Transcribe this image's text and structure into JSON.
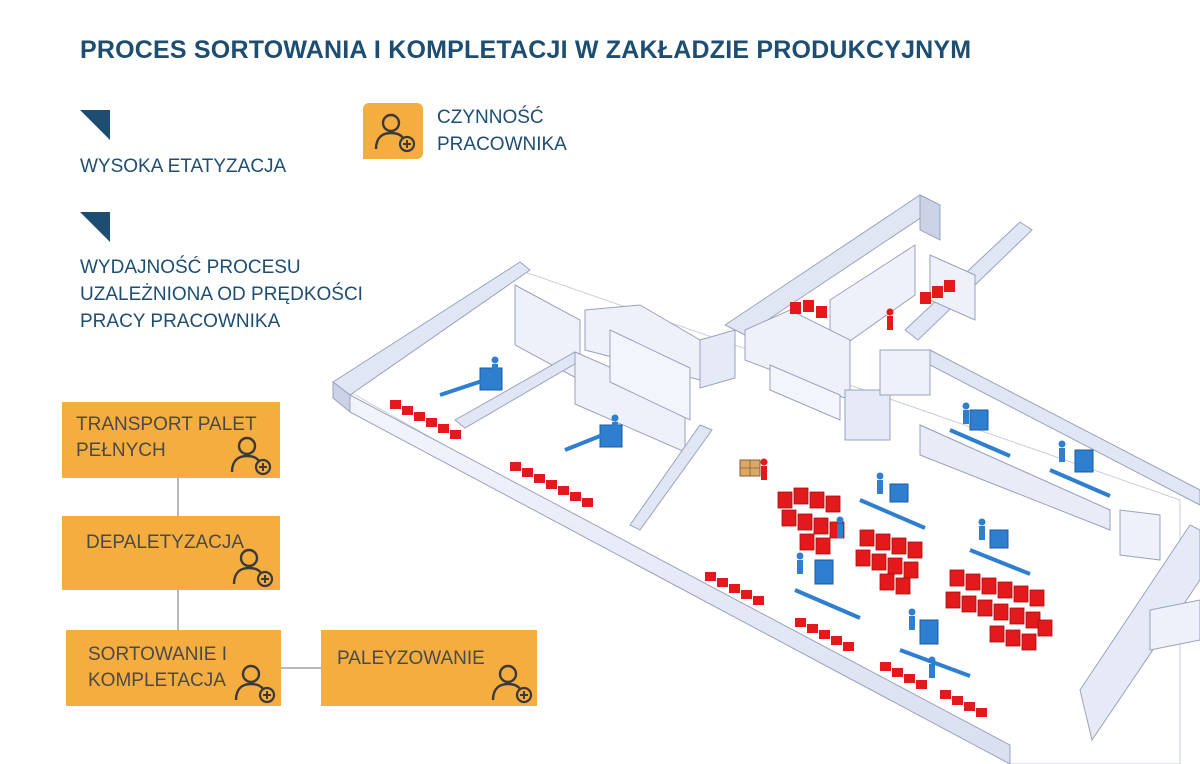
{
  "title": "PROCES SORTOWANIA I KOMPLETACJI W ZAKŁADZIE PRODUKCYJNYM",
  "legend": {
    "item1": "WYSOKA ETATYZACJA",
    "item2": [
      "WYDAJNOŚĆ PROCESU",
      "UZALEŻNIONA OD PRĘDKOŚCI",
      "PRACY PRACOWNIKA"
    ],
    "worker": [
      "CZYNNOŚĆ",
      "PRACOWNIKA"
    ]
  },
  "steps": {
    "transport": [
      "TRANSPORT PALET",
      "PEŁNYCH"
    ],
    "depal": "DEPALETYZACJA",
    "sort": [
      "SORTOWANIE I",
      "KOMPLETACJA"
    ],
    "pal": "PALEYZOWANIE"
  },
  "colors": {
    "title": "#1d4e72",
    "step": "#f5ad3f",
    "wall": "#e8ecf8",
    "equipment": "#2f7fd1",
    "bins": "#e3191b"
  }
}
